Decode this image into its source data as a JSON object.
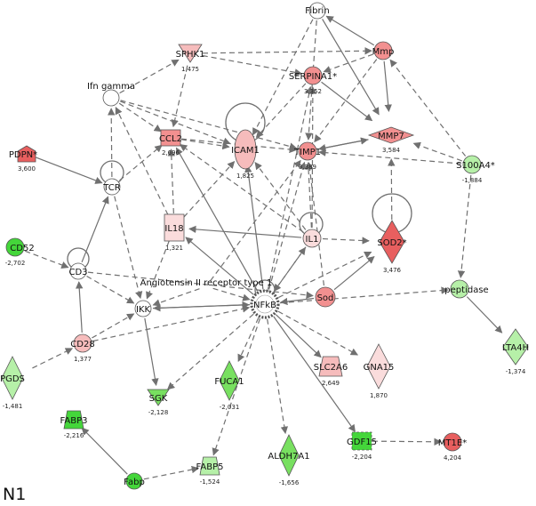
{
  "panel_label": "N1",
  "colors": {
    "strong_red": "#e85f5f",
    "mid_red": "#f29090",
    "light_red": "#f6bcbc",
    "pale_red": "#fadcdc",
    "white": "#ffffff",
    "light_green": "#b6f0a8",
    "green": "#78e060",
    "strong_green": "#44d63a",
    "edge": "#707070"
  },
  "nodes": [
    {
      "id": "fibrin",
      "label": "Fibrin",
      "value": ""
    },
    {
      "id": "mmp",
      "label": "Mmp",
      "value": ""
    },
    {
      "id": "sphk1",
      "label": "SPHK1",
      "value": "1,475"
    },
    {
      "id": "serpina1",
      "label": "SERPINA1*",
      "value": "3,352"
    },
    {
      "id": "ifng",
      "label": "Ifn gamma",
      "value": ""
    },
    {
      "id": "ccl2",
      "label": "CCL2",
      "value": "2,696"
    },
    {
      "id": "icam1",
      "label": "ICAM1",
      "value": "1,825"
    },
    {
      "id": "timp1",
      "label": "TIMP1",
      "value": "3,389"
    },
    {
      "id": "mmp7",
      "label": "MMP7",
      "value": "3,584"
    },
    {
      "id": "s100a4",
      "label": "S100A4*",
      "value": "-1,884"
    },
    {
      "id": "pdpn",
      "label": "PDPN*",
      "value": "3,600"
    },
    {
      "id": "tcr",
      "label": "TCR",
      "value": ""
    },
    {
      "id": "il18",
      "label": "IL18",
      "value": "1,321"
    },
    {
      "id": "il1",
      "label": "IL1",
      "value": ""
    },
    {
      "id": "sod2",
      "label": "SOD2*",
      "value": "3,476"
    },
    {
      "id": "cd52",
      "label": "CD52",
      "value": "-2,702"
    },
    {
      "id": "cd3",
      "label": "CD3",
      "value": ""
    },
    {
      "id": "agtr1",
      "label": "Angiotensin II receptor type 1",
      "value": ""
    },
    {
      "id": "sod",
      "label": "Sod",
      "value": ""
    },
    {
      "id": "peptidase",
      "label": "peptidase",
      "value": ""
    },
    {
      "id": "ikk",
      "label": "IKK",
      "value": ""
    },
    {
      "id": "nfkb",
      "label": "NFkB",
      "value": ""
    },
    {
      "id": "cd28",
      "label": "CD28",
      "value": "1,377"
    },
    {
      "id": "lta4h",
      "label": "LTA4H",
      "value": "-1,374"
    },
    {
      "id": "pgds",
      "label": "PGDS",
      "value": "-1,481"
    },
    {
      "id": "fuca1",
      "label": "FUCA1",
      "value": "-2,031"
    },
    {
      "id": "slc2a6",
      "label": "SLC2A6",
      "value": "2,649"
    },
    {
      "id": "gna15",
      "label": "GNA15",
      "value": "1,870"
    },
    {
      "id": "sgk",
      "label": "SGK",
      "value": "-2,128"
    },
    {
      "id": "fabp3",
      "label": "FABP3",
      "value": "-2,216"
    },
    {
      "id": "gdf15",
      "label": "GDF15",
      "value": "-2,204"
    },
    {
      "id": "mt1e",
      "label": "MT1E*",
      "value": "4,204"
    },
    {
      "id": "aldh7a1",
      "label": "ALDH7A1",
      "value": "-1,656"
    },
    {
      "id": "fabp5",
      "label": "FABP5",
      "value": "-1,524"
    },
    {
      "id": "fabp",
      "label": "Fabp",
      "value": ""
    }
  ],
  "edges": [
    {
      "from": "ifng",
      "to": "sphk1",
      "style": "dashed"
    },
    {
      "from": "ifng",
      "to": "ccl2",
      "style": "dashed"
    },
    {
      "from": "ifng",
      "to": "icam1",
      "style": "dashed"
    },
    {
      "from": "ifng",
      "to": "timp1",
      "style": "dashed"
    },
    {
      "from": "sphk1",
      "to": "serpina1",
      "style": "dashed"
    },
    {
      "from": "sphk1",
      "to": "mmp",
      "style": "dashed"
    },
    {
      "from": "sphk1",
      "to": "ccl2",
      "style": "dashed"
    },
    {
      "from": "fibrin",
      "to": "icam1",
      "style": "dashed"
    },
    {
      "from": "fibrin",
      "to": "timp1",
      "style": "dashed"
    },
    {
      "from": "mmp",
      "to": "fibrin",
      "style": "solid"
    },
    {
      "from": "mmp",
      "to": "serpina1",
      "style": "dashed"
    },
    {
      "from": "mmp",
      "to": "timp1",
      "style": "dashed"
    },
    {
      "from": "mmp",
      "to": "mmp7",
      "style": "solid"
    },
    {
      "from": "serpina1",
      "to": "mmp7",
      "style": "solid"
    },
    {
      "from": "serpina1",
      "to": "icam1",
      "style": "dashed"
    },
    {
      "from": "fibrin",
      "to": "mmp7",
      "style": "solid"
    },
    {
      "from": "timp1",
      "to": "mmp7",
      "style": "solid"
    },
    {
      "from": "mmp7",
      "to": "timp1",
      "style": "solid"
    },
    {
      "from": "s100a4",
      "to": "mmp",
      "style": "dashed"
    },
    {
      "from": "s100a4",
      "to": "mmp7",
      "style": "dashed"
    },
    {
      "from": "s100a4",
      "to": "timp1",
      "style": "dashed"
    },
    {
      "from": "s100a4",
      "to": "peptidase",
      "style": "dashed"
    },
    {
      "from": "ccl2",
      "to": "icam1",
      "style": "dashed"
    },
    {
      "from": "ccl2",
      "to": "timp1",
      "style": "dashed"
    },
    {
      "from": "pdpn",
      "to": "tcr",
      "style": "solid"
    },
    {
      "from": "tcr",
      "to": "ifng",
      "style": "dashed"
    },
    {
      "from": "tcr",
      "to": "ccl2",
      "style": "dashed"
    },
    {
      "from": "tcr",
      "to": "ikk",
      "style": "dashed"
    },
    {
      "from": "il18",
      "to": "ifng",
      "style": "dashed"
    },
    {
      "from": "il18",
      "to": "ccl2",
      "style": "dashed"
    },
    {
      "from": "il18",
      "to": "icam1",
      "style": "dashed"
    },
    {
      "from": "il18",
      "to": "ikk",
      "style": "dashed"
    },
    {
      "from": "il1",
      "to": "il18",
      "style": "solid"
    },
    {
      "from": "il1",
      "to": "ccl2",
      "style": "dashed"
    },
    {
      "from": "il1",
      "to": "icam1",
      "style": "dashed"
    },
    {
      "from": "il1",
      "to": "timp1",
      "style": "dashed"
    },
    {
      "from": "il1",
      "to": "serpina1",
      "style": "dashed"
    },
    {
      "from": "il1",
      "to": "sod2",
      "style": "dashed"
    },
    {
      "from": "il1",
      "to": "nfkb",
      "style": "dashed"
    },
    {
      "from": "sod2",
      "to": "mmp7",
      "style": "dashed"
    },
    {
      "from": "cd3",
      "to": "tcr",
      "style": "solid"
    },
    {
      "from": "cd3",
      "to": "ikk",
      "style": "dashed"
    },
    {
      "from": "cd3",
      "to": "sod",
      "style": "dashed"
    },
    {
      "from": "cd52",
      "to": "cd3",
      "style": "dashed"
    },
    {
      "from": "agtr1",
      "to": "nfkb",
      "style": "dashed"
    },
    {
      "from": "agtr1",
      "to": "timp1",
      "style": "dashed"
    },
    {
      "from": "agtr1",
      "to": "ikk",
      "style": "dashed"
    },
    {
      "from": "sod",
      "to": "nfkb",
      "style": "solid"
    },
    {
      "from": "sod",
      "to": "sod2",
      "style": "solid"
    },
    {
      "from": "sod",
      "to": "timp1",
      "style": "dashed"
    },
    {
      "from": "nfkb",
      "to": "peptidase",
      "style": "dashed"
    },
    {
      "from": "nfkb",
      "to": "ikk",
      "style": "solid"
    },
    {
      "from": "nfkb",
      "to": "icam1",
      "style": "solid"
    },
    {
      "from": "nfkb",
      "to": "ccl2",
      "style": "solid"
    },
    {
      "from": "nfkb",
      "to": "timp1",
      "style": "dashed"
    },
    {
      "from": "nfkb",
      "to": "il18",
      "style": "solid"
    },
    {
      "from": "nfkb",
      "to": "sod2",
      "style": "dashed"
    },
    {
      "from": "nfkb",
      "to": "il1",
      "style": "dashed"
    },
    {
      "from": "nfkb",
      "to": "serpina1",
      "style": "dashed"
    },
    {
      "from": "nfkb",
      "to": "fuca1",
      "style": "dashed"
    },
    {
      "from": "nfkb",
      "to": "slc2a6",
      "style": "solid"
    },
    {
      "from": "nfkb",
      "to": "gna15",
      "style": "dashed"
    },
    {
      "from": "nfkb",
      "to": "aldh7a1",
      "style": "dashed"
    },
    {
      "from": "nfkb",
      "to": "gdf15",
      "style": "solid"
    },
    {
      "from": "nfkb",
      "to": "fabp5",
      "style": "dashed"
    },
    {
      "from": "nfkb",
      "to": "sgk",
      "style": "dashed"
    },
    {
      "from": "ikk",
      "to": "nfkb",
      "style": "solid"
    },
    {
      "from": "ikk",
      "to": "sgk",
      "style": "solid"
    },
    {
      "from": "cd28",
      "to": "cd3",
      "style": "solid"
    },
    {
      "from": "cd28",
      "to": "ikk",
      "style": "dashed"
    },
    {
      "from": "cd28",
      "to": "nfkb",
      "style": "dashed"
    },
    {
      "from": "peptidase",
      "to": "lta4h",
      "style": "solid"
    },
    {
      "from": "pgds",
      "to": "cd28",
      "style": "dashed"
    },
    {
      "from": "gdf15",
      "to": "mt1e",
      "style": "dashed"
    },
    {
      "from": "fabp",
      "to": "fabp3",
      "style": "solid"
    },
    {
      "from": "fabp",
      "to": "fabp5",
      "style": "dashed"
    }
  ]
}
